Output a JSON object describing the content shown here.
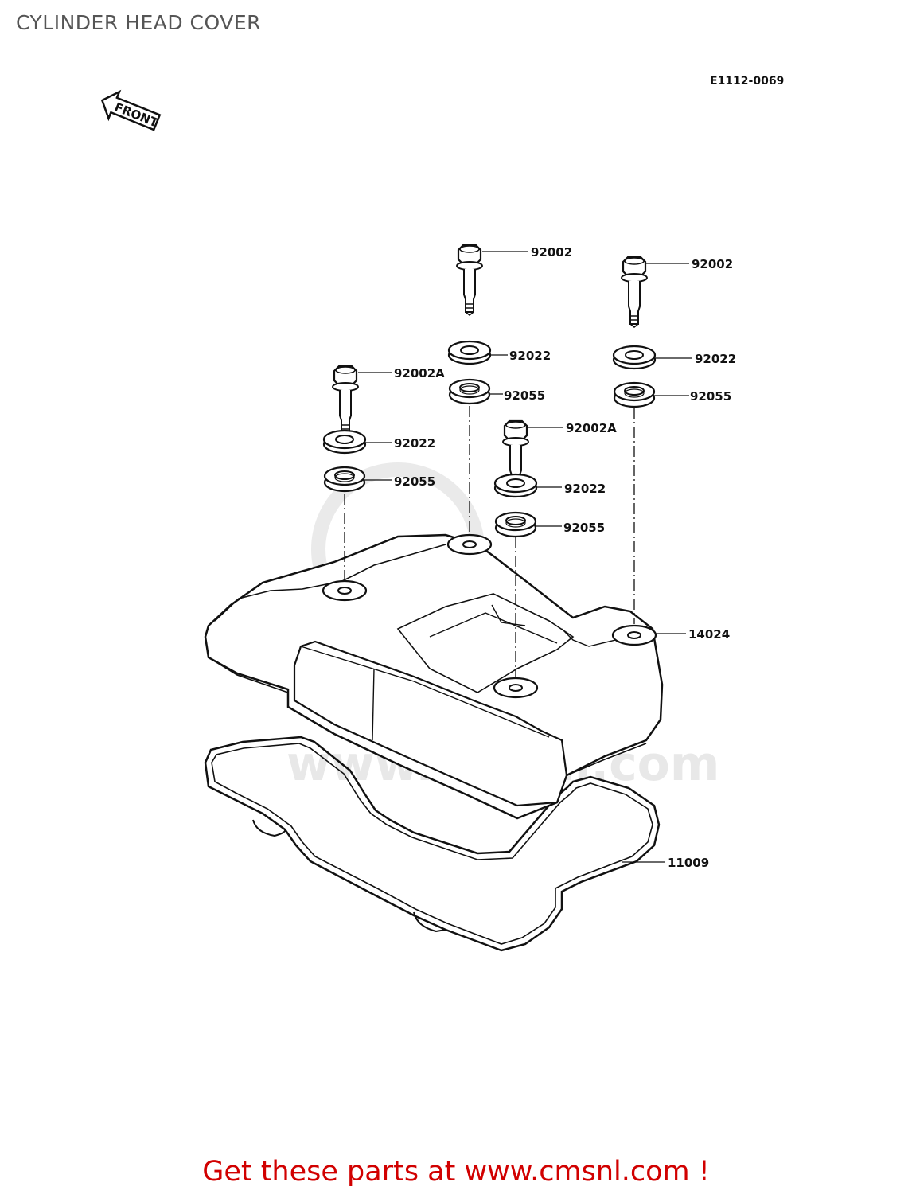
{
  "title": "CYLINDER HEAD COVER",
  "diagram_id": "E1112-0069",
  "front_arrow_label": "FRONT",
  "watermark": "www.cmsnl.com",
  "promo": "Get these parts at www.cmsnl.com !",
  "parts": {
    "bolt_center": "92002",
    "bolt_right": "92002",
    "washer_center": "92022",
    "washer_right": "92022",
    "grommet_center": "92055",
    "grommet_right": "92055",
    "bolt_left": "92002A",
    "washer_left": "92022",
    "grommet_left": "92055",
    "bolt_mid": "92002A",
    "washer_mid": "92022",
    "grommet_mid": "92055",
    "cover": "14024",
    "gasket": "11009"
  }
}
